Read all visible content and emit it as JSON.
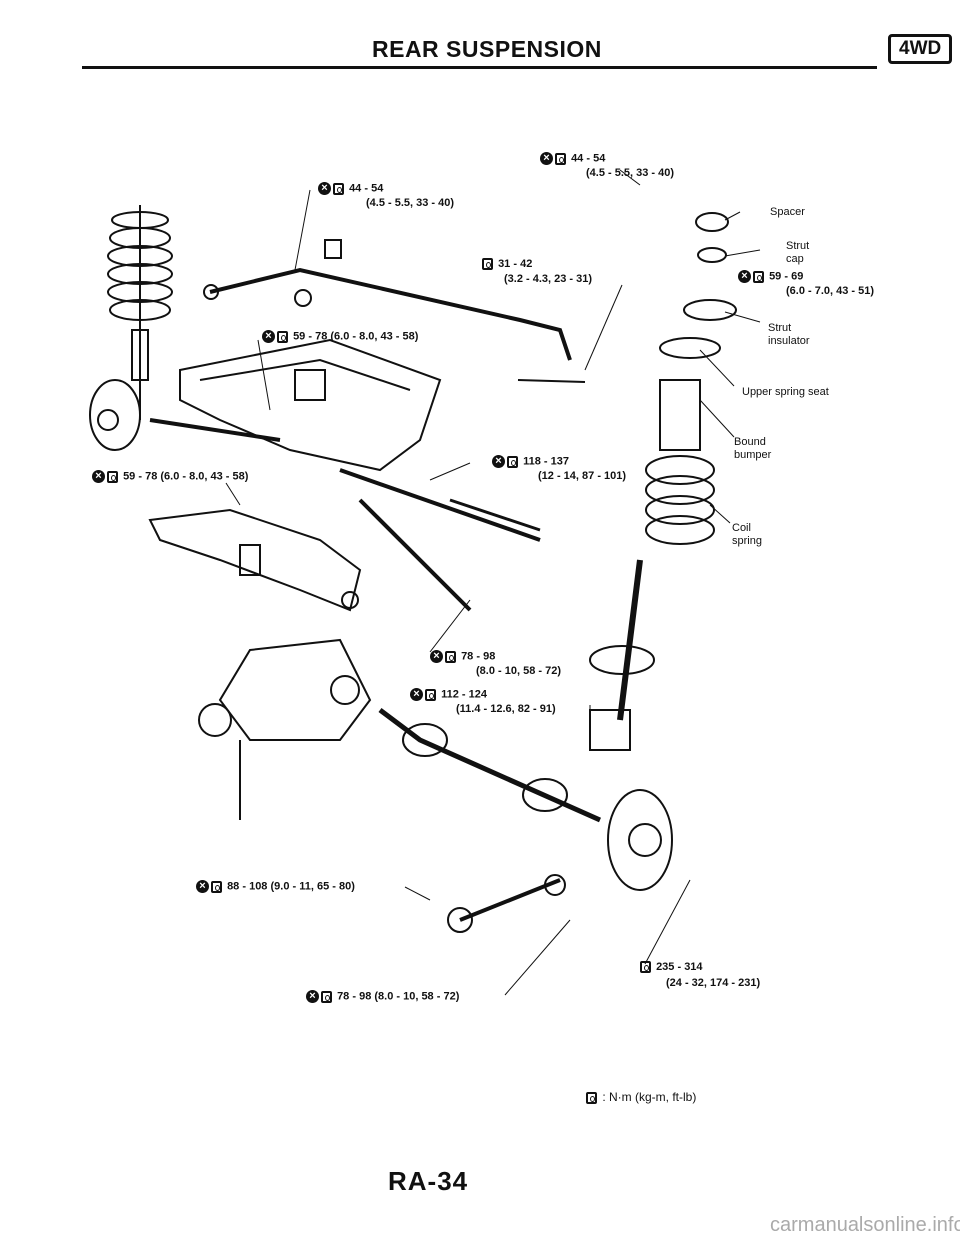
{
  "header": {
    "title": "REAR SUSPENSION",
    "badge": "4WD"
  },
  "torque_labels": {
    "t1_a": "44 - 54",
    "t1_b": "(4.5 - 5.5, 33 - 40)",
    "t2_a": "44 - 54",
    "t2_b": "(4.5 - 5.5, 33 - 40)",
    "t3_a": "31 - 42",
    "t3_b": "(3.2 - 4.3, 23 - 31)",
    "t4_a": "59 - 69",
    "t4_b": "(6.0 - 7.0, 43 - 51)",
    "t5": "59 - 78 (6.0 - 8.0, 43 - 58)",
    "t6": "59 - 78 (6.0 - 8.0, 43 - 58)",
    "t7_a": "118 - 137",
    "t7_b": "(12 - 14, 87 - 101)",
    "t8_a": "78 - 98",
    "t8_b": "(8.0 - 10, 58 - 72)",
    "t9_a": "112 - 124",
    "t9_b": "(11.4 - 12.6, 82 - 91)",
    "t10": "88 - 108 (9.0 - 11, 65 - 80)",
    "t11_a": "235 - 314",
    "t11_b": "(24 - 32, 174 - 231)",
    "t12": "78 - 98 (8.0 - 10, 58 - 72)"
  },
  "parts": {
    "spacer": "Spacer",
    "strut_cap_1": "Strut",
    "strut_cap_2": "cap",
    "strut_ins_1": "Strut",
    "strut_ins_2": "insulator",
    "upper_seat": "Upper spring seat",
    "bound_1": "Bound",
    "bound_2": "bumper",
    "coil_1": "Coil",
    "coil_2": "spring"
  },
  "legend": {
    "units": ": N·m (kg-m, ft-lb)"
  },
  "footer": {
    "page": "RA-34",
    "watermark": "carmanualsonline.info"
  }
}
